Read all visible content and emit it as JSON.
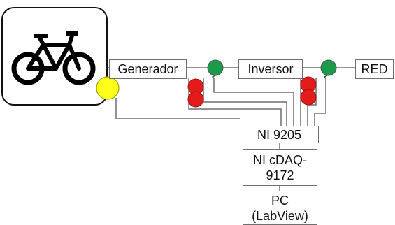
{
  "blocks": {
    "generator": "Generador",
    "inverter": "Inversor",
    "grid": "RED",
    "daq_module": "NI 9205",
    "daq_chassis": "NI cDAQ-\n9172",
    "pc": "PC\n(LabView)"
  },
  "icons": {
    "bicycle": "bicycle-icon",
    "generator_sensor": "yellow-circle-icon",
    "current_sensors": "green-circle-icon",
    "voltage_sensors": "red-double-circle-icon"
  },
  "colors": {
    "wire": "#6e6e6e",
    "green_sensor": "#1a9a4a",
    "red_sensor": "#e31b1b",
    "yellow_sensor": "#ffff1a"
  }
}
